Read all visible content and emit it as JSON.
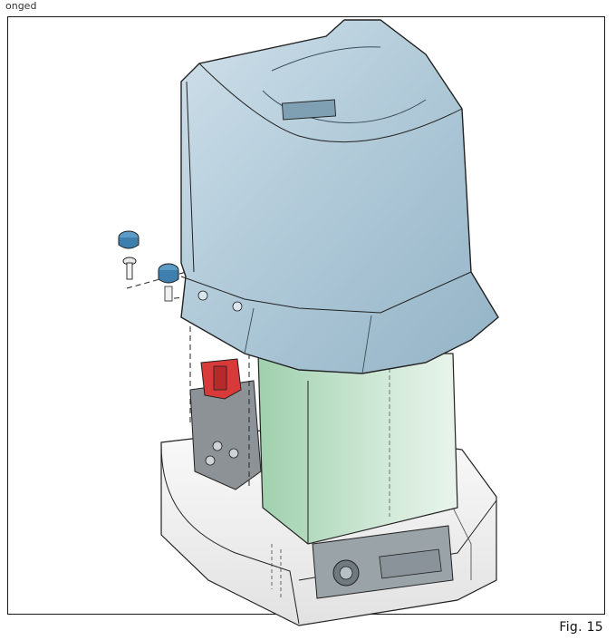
{
  "figure": {
    "label": "Fig. 15",
    "top_clipped_text": "onged"
  },
  "colors": {
    "cover": "#a9c4d3",
    "cover_dark": "#7f9fb2",
    "motor_body": "#bfdcc6",
    "base": "#eeeeee",
    "release_lever": "#d83a3a",
    "screw_cap": "#5d9bc7",
    "outline": "#222222"
  },
  "parts": [
    {
      "name": "housing-cover",
      "icon": "cover-icon"
    },
    {
      "name": "motor-unit",
      "icon": "motor-icon"
    },
    {
      "name": "base-plate",
      "icon": "base-icon"
    },
    {
      "name": "release-lever",
      "icon": "lever-icon"
    },
    {
      "name": "fixing-screw",
      "icon": "screw-icon"
    },
    {
      "name": "screw-cap",
      "icon": "cap-icon"
    },
    {
      "name": "key-lock",
      "icon": "lock-icon"
    }
  ]
}
